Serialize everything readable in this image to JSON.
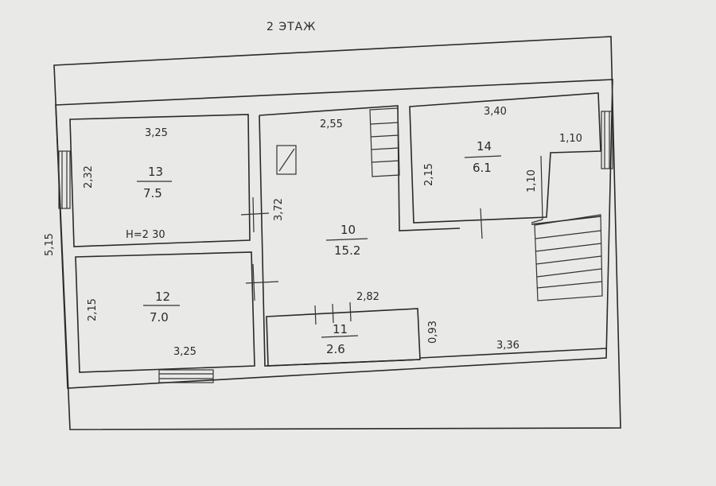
{
  "title": "2  ЭТАЖ",
  "rooms": [
    {
      "number": "13",
      "area": "7.5"
    },
    {
      "number": "12",
      "area": "7.0"
    },
    {
      "number": "10",
      "area": "15.2"
    },
    {
      "number": "11",
      "area": "2.6"
    },
    {
      "number": "14",
      "area": "6.1"
    }
  ],
  "dimensions": {
    "d_3_25_top": "3,25",
    "d_2_32": "2,32",
    "d_h230": "H=2 30",
    "d_2_15_left": "2,15",
    "d_3_25_bottom": "3,25",
    "d_5_15": "5,15",
    "d_2_55": "2,55",
    "d_3_72": "3,72",
    "d_2_82": "2,82",
    "d_0_93": "0,93",
    "d_3_36": "3,36",
    "d_3_40": "3,40",
    "d_2_15_right": "2,15",
    "d_1_10_h": "1,10",
    "d_1_10_v": "1,10"
  }
}
